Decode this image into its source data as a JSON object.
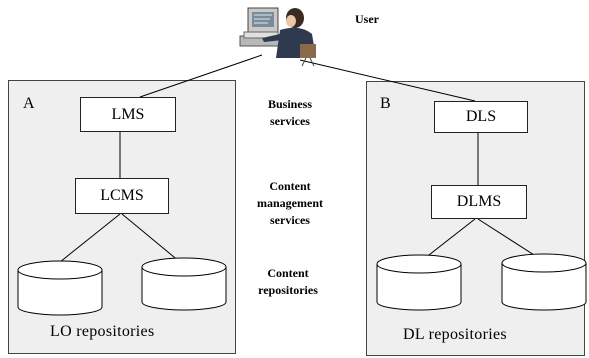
{
  "user": {
    "label": "User"
  },
  "panels": {
    "left": {
      "letter": "A",
      "top_box": "LMS",
      "mid_box": "LCMS",
      "caption": "LO repositories"
    },
    "right": {
      "letter": "B",
      "top_box": "DLS",
      "mid_box": "DLMS",
      "caption": "DL repositories"
    }
  },
  "layers": {
    "business": "Business services",
    "content_management": "Content management services",
    "content_repositories": "Content repositories"
  },
  "icons": [
    "user-at-computer-icon",
    "database-cylinder-icon"
  ]
}
